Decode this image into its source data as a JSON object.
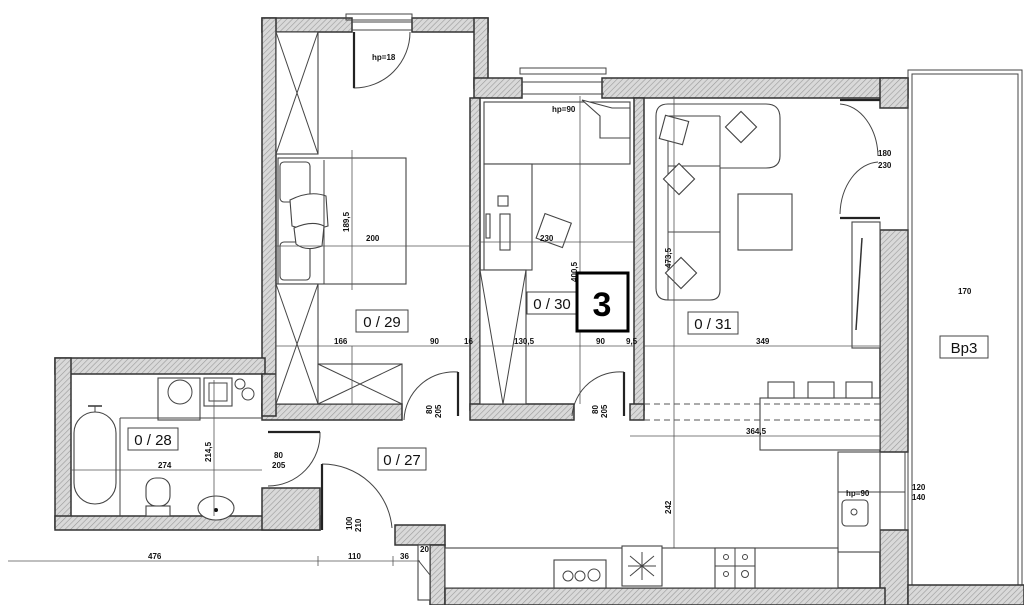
{
  "plan": {
    "unit_number": "3",
    "rooms": [
      {
        "id": "0/27",
        "label": "0 / 27",
        "type": "hallway"
      },
      {
        "id": "0/28",
        "label": "0 / 28",
        "type": "bathroom"
      },
      {
        "id": "0/29",
        "label": "0 / 29",
        "type": "bedroom"
      },
      {
        "id": "0/30",
        "label": "0 / 30",
        "type": "bedroom"
      },
      {
        "id": "0/31",
        "label": "0 / 31",
        "type": "living-kitchen"
      },
      {
        "id": "Bp3",
        "label": "Bp3",
        "type": "balcony"
      }
    ],
    "dimensions": {
      "bed_width": "200",
      "bed_length": "189,5",
      "desk_chair": "230",
      "bedroom30_height": "400,5",
      "closet_29": "166",
      "door_29_gap": "90",
      "wall_29": "16",
      "closet_30": "130,5",
      "door_30_gap": "90",
      "wall_30": "9,5",
      "living_width": "349",
      "living_height": "473,5",
      "kitchen_width": "364,5",
      "kitchen_height": "242",
      "balcony_width": "170",
      "bath_width": "274",
      "bath_height": "214,5",
      "bottom_left": "476",
      "bottom_mid": "110",
      "bottom_right": "36",
      "small_20": "20"
    },
    "openings": {
      "window_top_29": "hp=18",
      "window_top_30": "hp=90",
      "balcony_door": [
        "180",
        "230"
      ],
      "door_29": [
        "80",
        "205"
      ],
      "door_30": [
        "80",
        "205"
      ],
      "door_28": [
        "80",
        "205"
      ],
      "entry_door": [
        "100",
        "210"
      ],
      "window_kitchen": [
        "120",
        "140"
      ],
      "kitchen_window_hp": "hp=90"
    }
  }
}
